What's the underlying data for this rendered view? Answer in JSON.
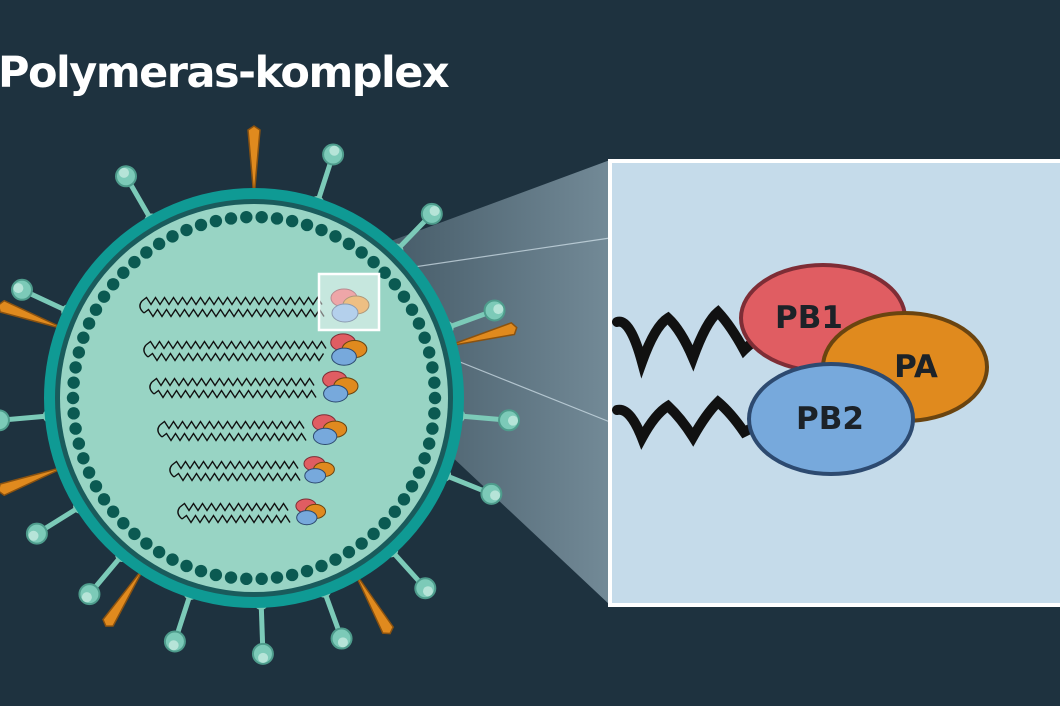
{
  "title": "Polymeras-komplex",
  "zoom_panel": {
    "labels": {
      "pb1": "PB1",
      "pa": "PA",
      "pb2": "PB2"
    }
  },
  "colors": {
    "background": "#1e323f",
    "virus_fill": "#98d4c4",
    "envelope": "#0f9a94",
    "matrix_dots": "#0b5a52",
    "spike_stem": "#7ccab8",
    "neuraminidase": "#e08a1e",
    "pb1": "#e05d62",
    "pa": "#e08a1e",
    "pb2": "#77a9dc",
    "panel_bg": "#c5dbea",
    "rna": "#111111"
  },
  "icons": [
    "ha-spike-icon",
    "na-spike-icon",
    "polymerase-complex-icon",
    "rna-strand-icon"
  ]
}
